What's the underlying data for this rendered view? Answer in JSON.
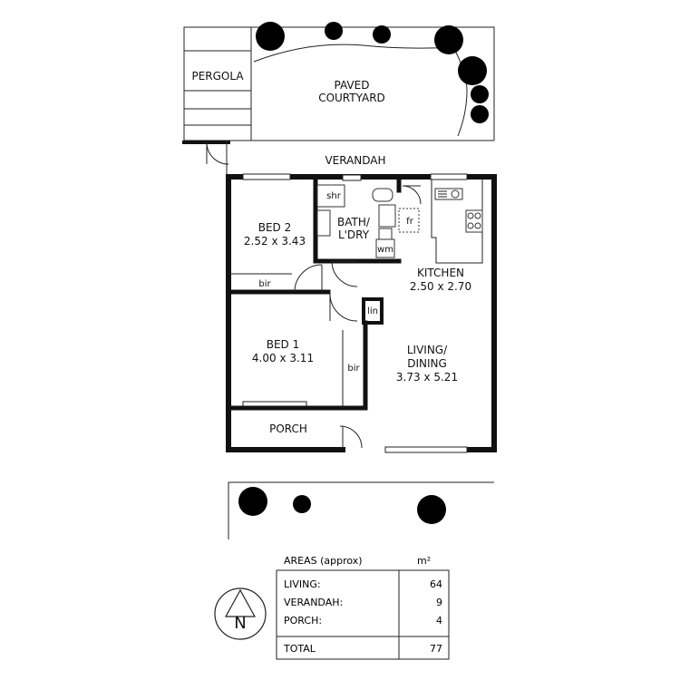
{
  "labels": {
    "pergola": "PERGOLA",
    "courtyard_1": "PAVED",
    "courtyard_2": "COURTYARD",
    "verandah": "VERANDAH",
    "bed2_name": "BED 2",
    "bed2_size": "2.52 x 3.43",
    "bath_1": "BATH/",
    "bath_2": "L'DRY",
    "shr": "shr",
    "fr": "fr",
    "wm": "wm",
    "bir_bed2": "bir",
    "lin": "lin",
    "kitchen_name": "KITCHEN",
    "kitchen_size": "2.50 x 2.70",
    "bed1_name": "BED 1",
    "bed1_size": "4.00 x 3.11",
    "bir_bed1": "bir",
    "living_1": "LIVING/",
    "living_2": "DINING",
    "living_size": "3.73 x 5.21",
    "porch": "PORCH",
    "north": "N"
  },
  "areas": {
    "header": "AREAS (approx)",
    "unit": "m²",
    "rows": [
      {
        "label": "LIVING:",
        "value": "64"
      },
      {
        "label": "VERANDAH:",
        "value": "9"
      },
      {
        "label": "PORCH:",
        "value": "4"
      }
    ],
    "total_label": "TOTAL",
    "total_value": "77"
  }
}
